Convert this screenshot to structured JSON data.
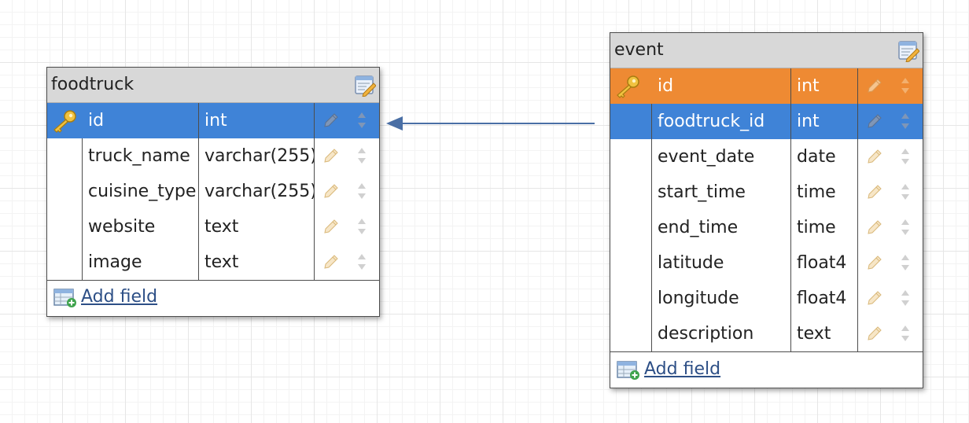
{
  "tables": {
    "foodtruck": {
      "name": "foodtruck",
      "add_field_label": "Add field",
      "columns": [
        {
          "name": "id",
          "type": "int"
        },
        {
          "name": "truck_name",
          "type": "varchar(255)"
        },
        {
          "name": "cuisine_type",
          "type": "varchar(255)"
        },
        {
          "name": "website",
          "type": "text"
        },
        {
          "name": "image",
          "type": "text"
        }
      ]
    },
    "event": {
      "name": "event",
      "add_field_label": "Add field",
      "columns": [
        {
          "name": "id",
          "type": "int"
        },
        {
          "name": "foodtruck_id",
          "type": "int"
        },
        {
          "name": "event_date",
          "type": "date"
        },
        {
          "name": "start_time",
          "type": "time"
        },
        {
          "name": "end_time",
          "type": "time"
        },
        {
          "name": "latitude",
          "type": "float4"
        },
        {
          "name": "longitude",
          "type": "float4"
        },
        {
          "name": "description",
          "type": "text"
        }
      ]
    }
  },
  "colors": {
    "selected_row": "#3f83d7",
    "primary_key_row": "#ee8a33",
    "relation_line": "#4a6fa5",
    "link": "#2d4f86"
  },
  "icons": {
    "primary_key": "key-icon",
    "edit": "pencil-icon",
    "reorder": "updown-arrows-icon",
    "table_edit": "edit-table-icon",
    "add_field": "add-field-icon"
  }
}
